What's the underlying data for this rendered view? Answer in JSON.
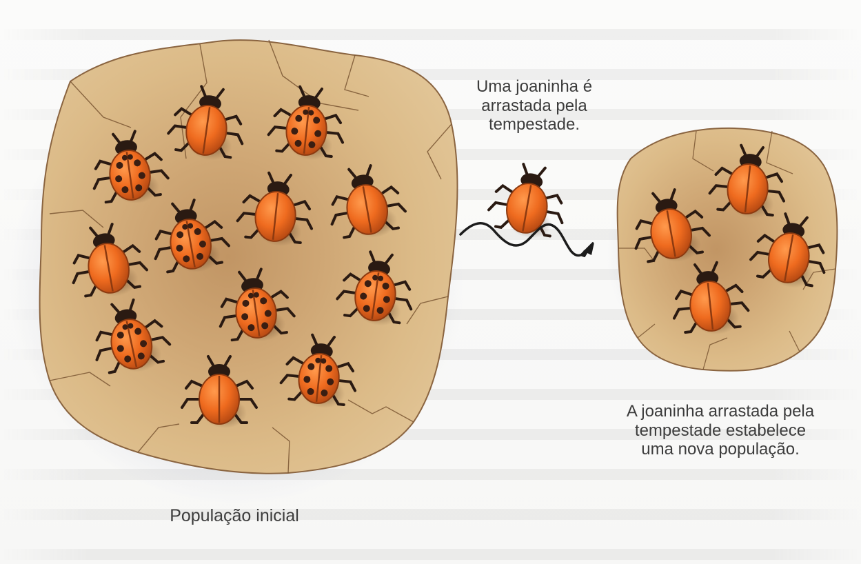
{
  "labels": {
    "storm": "Uma joaninha é\narrastada pela\ntempestade.",
    "new_population": "A joaninha arrastada pela\ntempestade estabelece\numa nova população.",
    "initial_population": "População inicial"
  },
  "colors": {
    "rock": "#d9b784",
    "rock_shade": "#b98d5d",
    "crack": "#7a5633",
    "ladybug": "#ef6b1f",
    "ladybug_dark": "#a63d0f",
    "spot": "#3a1e12",
    "text": "#3c3c3c"
  },
  "icons": [
    "ladybug-icon",
    "storm-wave-icon",
    "arrow-icon"
  ]
}
